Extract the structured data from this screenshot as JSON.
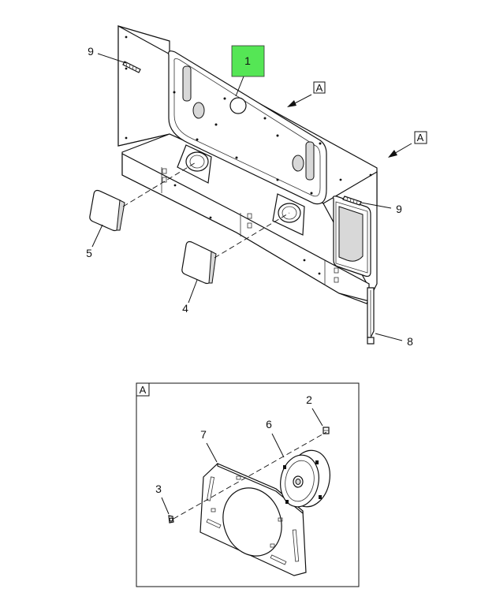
{
  "callouts": {
    "c1": "1",
    "c2": "2",
    "c3": "3",
    "c4": "4",
    "c5": "5",
    "c6": "6",
    "c7": "7",
    "c8": "8",
    "c9a": "9",
    "c9b": "9"
  },
  "view_refs": {
    "arrow_a1": "A",
    "arrow_a2": "A",
    "detail_label": "A"
  },
  "colors": {
    "highlight": "#55e655",
    "line": "#111111",
    "background": "#ffffff"
  }
}
